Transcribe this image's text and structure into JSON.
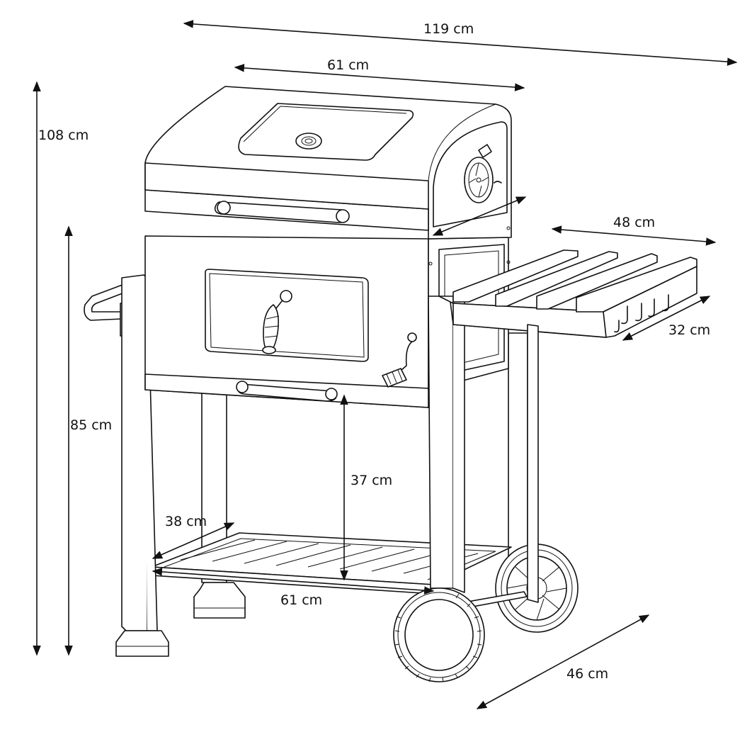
{
  "dimensions": {
    "overall_width": "119 cm",
    "grill_width_top": "61 cm",
    "overall_height": "108 cm",
    "work_height": "85 cm",
    "shelf_width": "48 cm",
    "shelf_depth": "32 cm",
    "clearance_height": "37 cm",
    "lower_shelf_depth": "38 cm",
    "lower_shelf_width": "61 cm",
    "overall_depth": "46 cm"
  }
}
